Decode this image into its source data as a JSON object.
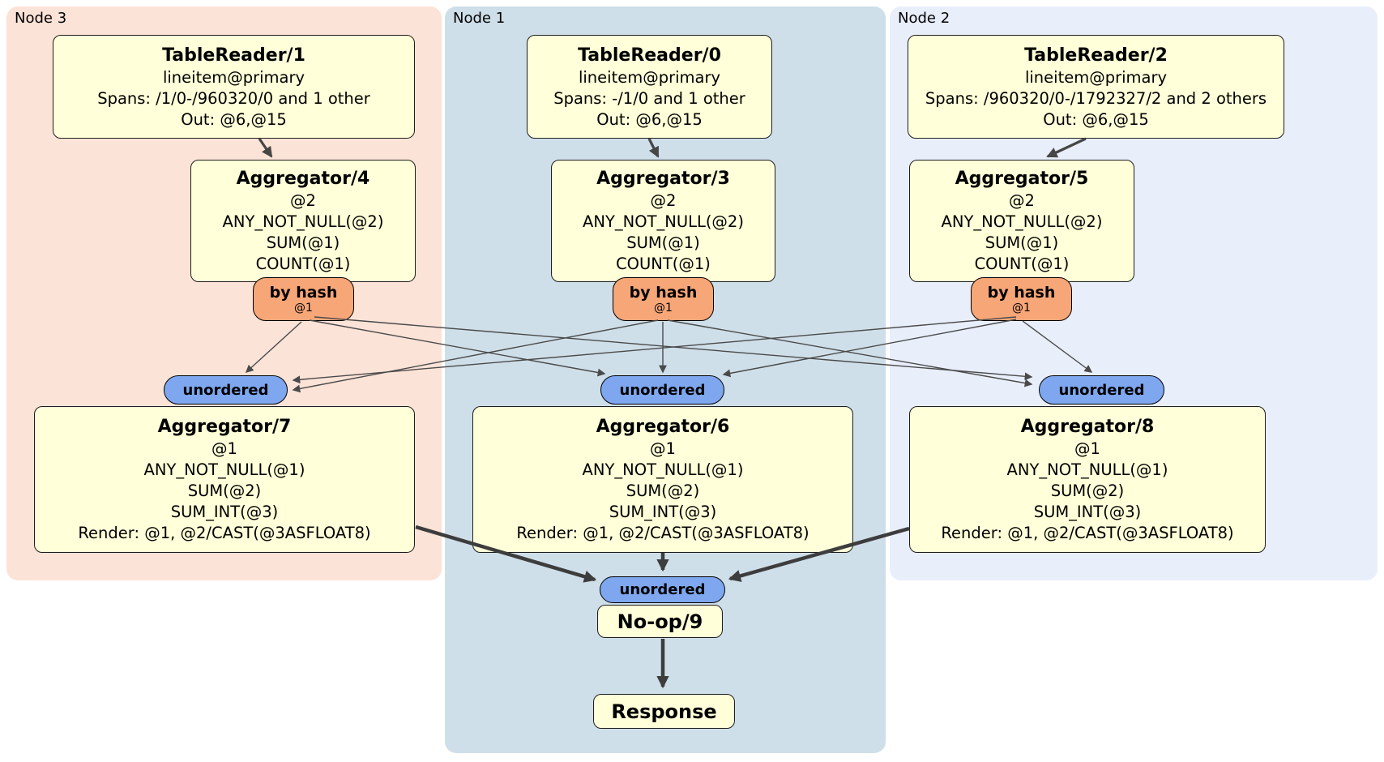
{
  "groups": [
    {
      "label": "Node 3"
    },
    {
      "label": "Node 1"
    },
    {
      "label": "Node 2"
    }
  ],
  "processors": {
    "tr1": {
      "title": "TableReader/1",
      "lines": [
        "lineitem@primary",
        "Spans: /1/0-/960320/0 and 1 other",
        "Out: @6,@15"
      ]
    },
    "tr0": {
      "title": "TableReader/0",
      "lines": [
        "lineitem@primary",
        "Spans: -/1/0 and 1 other",
        "Out: @6,@15"
      ]
    },
    "tr2": {
      "title": "TableReader/2",
      "lines": [
        "lineitem@primary",
        "Spans: /960320/0-/1792327/2 and 2 others",
        "Out: @6,@15"
      ]
    },
    "agg4": {
      "title": "Aggregator/4",
      "lines": [
        "@2",
        "ANY_NOT_NULL(@2)",
        "SUM(@1)",
        "COUNT(@1)"
      ]
    },
    "agg3": {
      "title": "Aggregator/3",
      "lines": [
        "@2",
        "ANY_NOT_NULL(@2)",
        "SUM(@1)",
        "COUNT(@1)"
      ]
    },
    "agg5": {
      "title": "Aggregator/5",
      "lines": [
        "@2",
        "ANY_NOT_NULL(@2)",
        "SUM(@1)",
        "COUNT(@1)"
      ]
    },
    "agg7": {
      "title": "Aggregator/7",
      "lines": [
        "@1",
        "ANY_NOT_NULL(@1)",
        "SUM(@2)",
        "SUM_INT(@3)",
        "Render: @1, @2/CAST(@3ASFLOAT8)"
      ]
    },
    "agg6": {
      "title": "Aggregator/6",
      "lines": [
        "@1",
        "ANY_NOT_NULL(@1)",
        "SUM(@2)",
        "SUM_INT(@3)",
        "Render: @1, @2/CAST(@3ASFLOAT8)"
      ]
    },
    "agg8": {
      "title": "Aggregator/8",
      "lines": [
        "@1",
        "ANY_NOT_NULL(@1)",
        "SUM(@2)",
        "SUM_INT(@3)",
        "Render: @1, @2/CAST(@3ASFLOAT8)"
      ]
    },
    "noop": {
      "title": "No-op/9"
    },
    "response": {
      "title": "Response"
    }
  },
  "router": {
    "label": "by hash",
    "sub": "@1"
  },
  "sync": {
    "label": "unordered"
  },
  "colors": {
    "node3_bg": "#fce3d7",
    "node1_bg": "#cfdfe9",
    "node2_bg": "#e9eefb",
    "proc_fill": "#ffffd9",
    "router_fill": "#f7a678",
    "sync_fill": "#7ea7ef",
    "edge_thin": "#4a4a4a",
    "edge_thick": "#3d3d3d"
  }
}
